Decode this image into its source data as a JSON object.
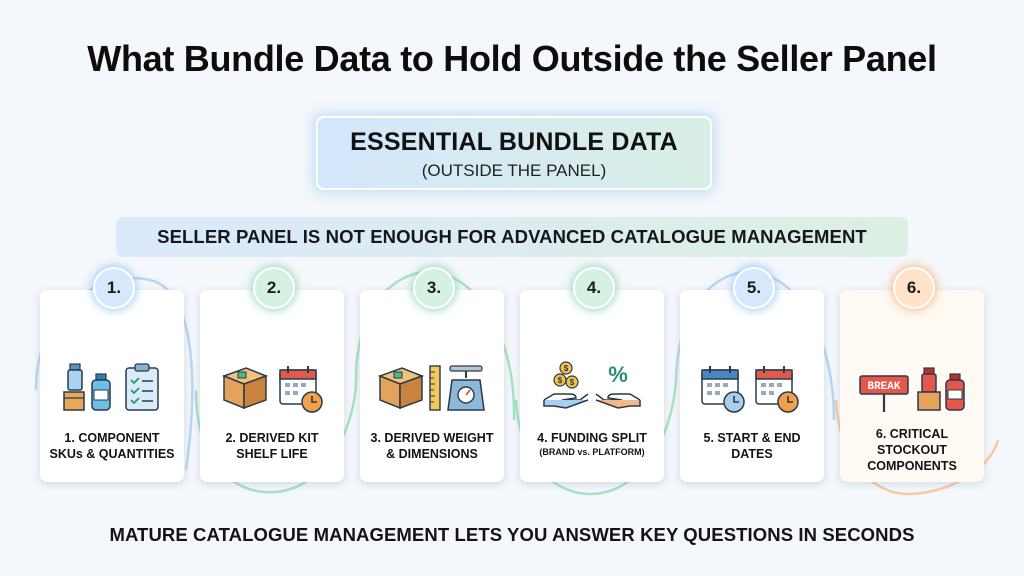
{
  "title": "What Bundle Data to Hold Outside the Seller Panel",
  "essential": {
    "main": "ESSENTIAL BUNDLE DATA",
    "sub": "(OUTSIDE THE PANEL)"
  },
  "banner": "SELLER PANEL IS NOT ENOUGH FOR ADVANCED CATALOGUE MANAGEMENT",
  "items": [
    {
      "number": "1.",
      "line1": "1. COMPONENT",
      "line2": "SKUs & QUANTITIES",
      "icons": [
        "product-bottles-icon",
        "checklist-icon"
      ],
      "accent": "#a8cdf2"
    },
    {
      "number": "2.",
      "line1": "2. DERIVED KIT",
      "line2": "SHELF LIFE",
      "icons": [
        "box-icon",
        "calendar-clock-icon"
      ],
      "accent": "#9fe0bf"
    },
    {
      "number": "3.",
      "line1": "3. DERIVED WEIGHT",
      "line2": "& DIMENSIONS",
      "icons": [
        "box-icon",
        "ruler-icon",
        "scale-icon"
      ],
      "accent": "#9fe0bf"
    },
    {
      "number": "4.",
      "line1": "4. FUNDING SPLIT",
      "line2": "(BRAND vs. PLATFORM)",
      "icons": [
        "coins-hand-icon",
        "percent-hand-icon"
      ],
      "accent": "#9fe0bf"
    },
    {
      "number": "5.",
      "line1": "5. START & END",
      "line2": "DATES",
      "icons": [
        "calendar-clock-icon",
        "calendar-clock-icon"
      ],
      "accent": "#a8cdf2"
    },
    {
      "number": "6.",
      "line1": "6. CRITICAL",
      "line2": "STOCKOUT",
      "line3": "COMPONENTS",
      "icons": [
        "break-sign-icon",
        "product-bottles-icon"
      ],
      "accent": "#f5b98a"
    }
  ],
  "break_sign": "BREAK",
  "bottom": "MATURE CATALOGUE MANAGEMENT LETS YOU ANSWER KEY QUESTIONS IN SECONDS",
  "colors": {
    "blue": "#d6e8fb",
    "green": "#d5f1e3",
    "orange": "#ffe3c8",
    "background": "#f4f7fb"
  }
}
